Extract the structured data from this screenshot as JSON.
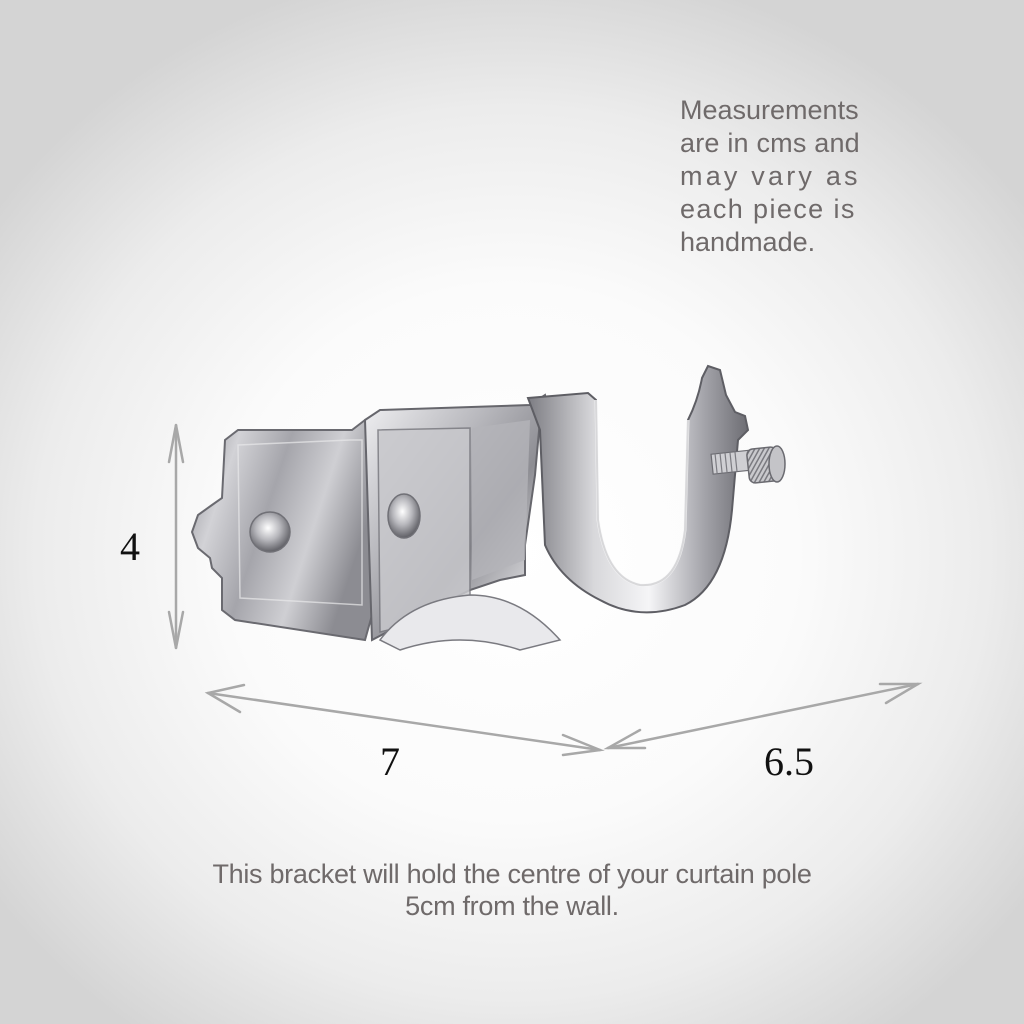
{
  "note": {
    "lines": [
      "Measurements",
      "are in cms and",
      "may vary as",
      "each piece is",
      "handmade."
    ]
  },
  "dimensions": {
    "height": {
      "value": "4",
      "unit": "cm"
    },
    "width": {
      "value": "7",
      "unit": "cm"
    },
    "projection": {
      "value": "6.5",
      "unit": "cm"
    }
  },
  "caption": {
    "line1": "This bracket will hold the centre of your curtain pole",
    "line2": "5cm from the wall."
  },
  "product": {
    "name": "curtain-pole-bracket",
    "finish_colors": {
      "highlight": "#f4f4f6",
      "mid": "#a9a9ae",
      "shadow": "#5d5d63"
    }
  },
  "colors": {
    "text": "#6f6a6a",
    "dimension_text": "#111111",
    "arrows": "#a8a8a8",
    "background_center": "#ffffff",
    "background_edge": "#d4d4d4"
  }
}
